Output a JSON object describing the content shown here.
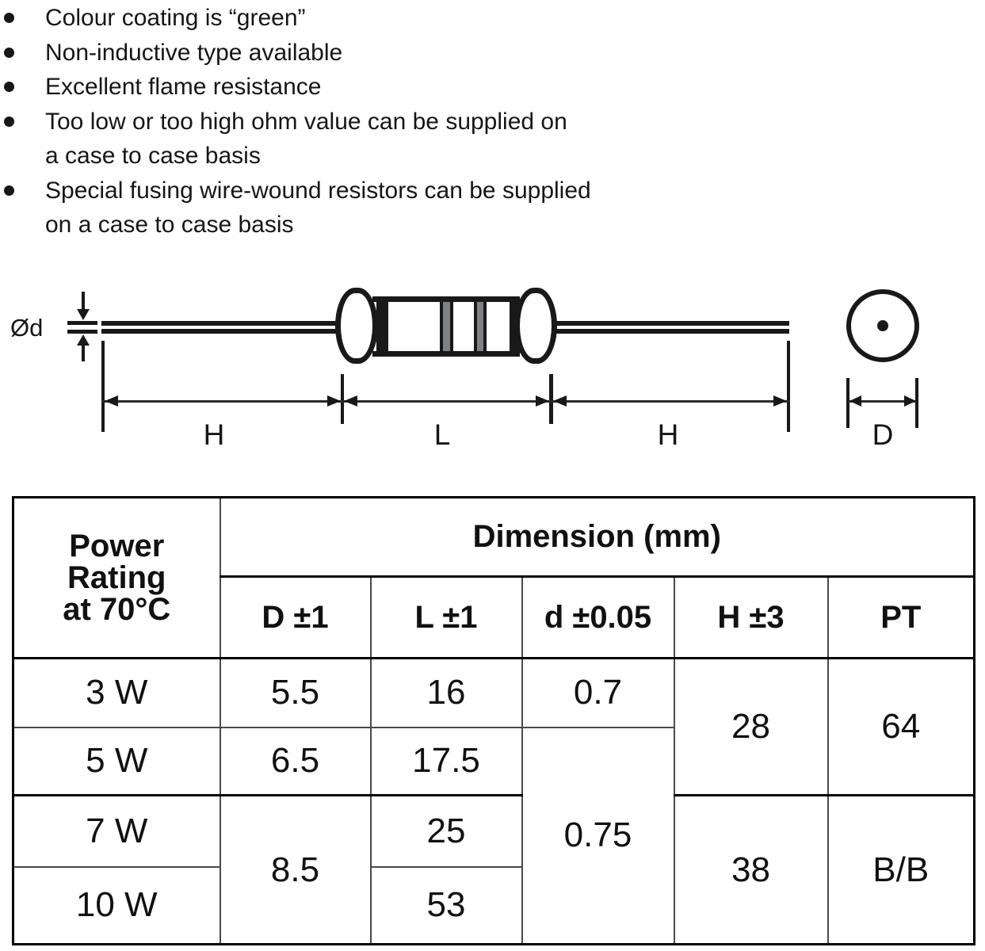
{
  "bullets": [
    {
      "lines": [
        "Colour coating is “green”"
      ]
    },
    {
      "lines": [
        "Non-inductive type available"
      ]
    },
    {
      "lines": [
        "Excellent flame resistance"
      ]
    },
    {
      "lines": [
        "Too low or too high ohm value can be supplied on",
        "a case to case basis"
      ]
    },
    {
      "lines": [
        "Special fusing wire-wound resistors can be supplied",
        "on a case to case basis"
      ]
    }
  ],
  "diagram": {
    "labels": {
      "od": "Ød",
      "h_left": "H",
      "l": "L",
      "h_right": "H",
      "d": "D"
    },
    "colors": {
      "ink": "#191919",
      "band_gray": "#7e8286"
    }
  },
  "table": {
    "header": {
      "power_lines": [
        "Power",
        "Rating",
        "at 70°C"
      ],
      "dimension": "Dimension (mm)",
      "subheaders": [
        "D ±1",
        "L ±1",
        "d ±0.05",
        "H ±3",
        "PT"
      ]
    },
    "rows": {
      "r1": {
        "power": "3 W",
        "d_big": "5.5",
        "l": "16",
        "d_small": "0.7",
        "h": "28",
        "pt": "64"
      },
      "r2": {
        "power": "5 W",
        "d_big": "6.5",
        "l": "17.5",
        "d_small": "0.75"
      },
      "r3": {
        "power": "7 W",
        "d_big": "8.5",
        "l": "25",
        "h": "38",
        "pt": "B/B"
      },
      "r4": {
        "power": "10 W",
        "l": "53"
      }
    }
  }
}
